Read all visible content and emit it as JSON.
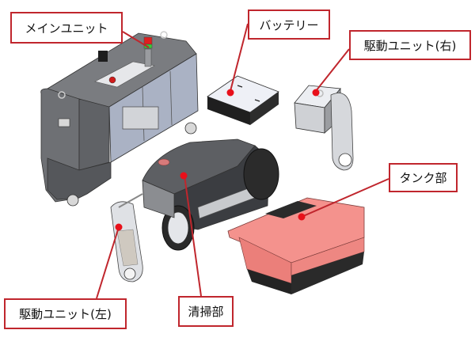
{
  "title": "Robot component breakdown",
  "colors": {
    "callout": "#c0262d",
    "marker": "#e8101a",
    "body_gray": "#6b6d70",
    "panel_blue": "#aeb6c8",
    "tank_red": "#f08a86",
    "dark": "#2a2a2a",
    "beacon_red": "#e02020",
    "beacon_green": "#37c837"
  },
  "labels": {
    "main_unit": "メインユニット",
    "battery": "バッテリー",
    "drive_unit_right": "駆動ユニット(右)",
    "tank": "タンク部",
    "drive_unit_left": "駆動ユニット(左)",
    "cleaning": "清掃部"
  }
}
